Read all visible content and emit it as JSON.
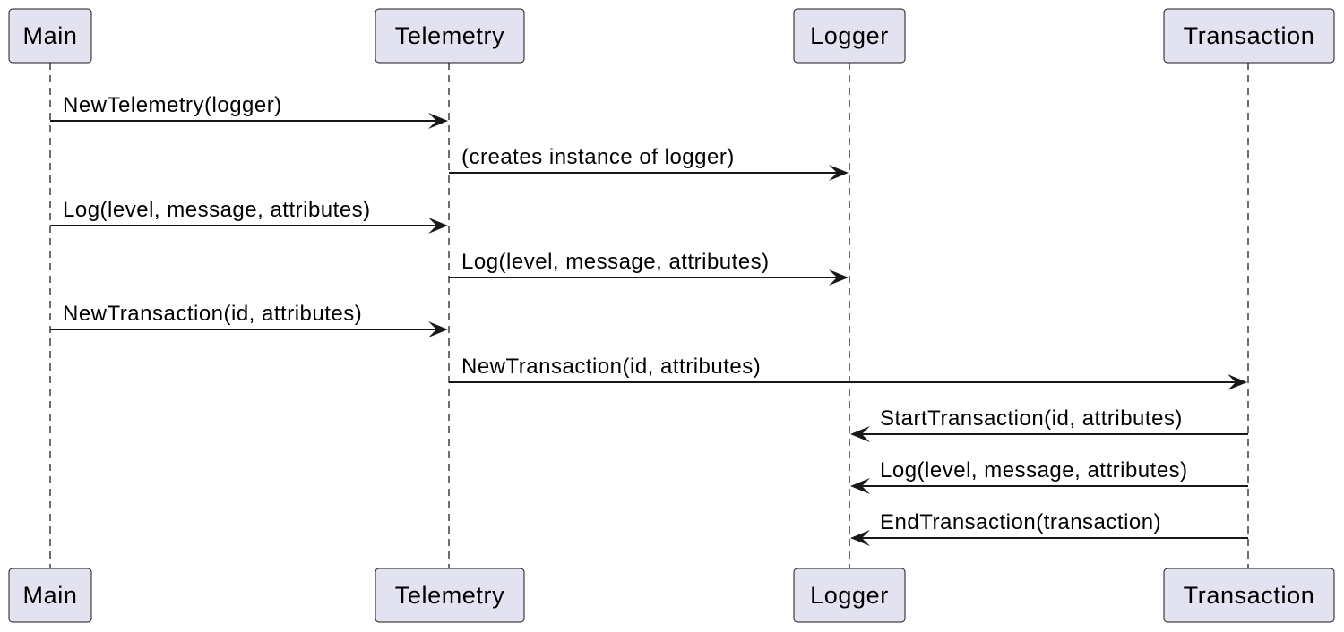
{
  "participants": [
    {
      "id": "main",
      "label": "Main"
    },
    {
      "id": "telemetry",
      "label": "Telemetry"
    },
    {
      "id": "logger",
      "label": "Logger"
    },
    {
      "id": "transaction",
      "label": "Transaction"
    }
  ],
  "messages": [
    {
      "from": "main",
      "to": "telemetry",
      "label": "NewTelemetry(logger)"
    },
    {
      "from": "telemetry",
      "to": "logger",
      "label": "(creates instance of logger)"
    },
    {
      "from": "main",
      "to": "telemetry",
      "label": "Log(level, message, attributes)"
    },
    {
      "from": "telemetry",
      "to": "logger",
      "label": "Log(level, message, attributes)"
    },
    {
      "from": "main",
      "to": "telemetry",
      "label": "NewTransaction(id, attributes)"
    },
    {
      "from": "telemetry",
      "to": "transaction",
      "label": "NewTransaction(id, attributes)"
    },
    {
      "from": "transaction",
      "to": "logger",
      "label": "StartTransaction(id, attributes)"
    },
    {
      "from": "transaction",
      "to": "logger",
      "label": "Log(level, message, attributes)"
    },
    {
      "from": "transaction",
      "to": "logger",
      "label": "EndTransaction(transaction)"
    }
  ],
  "colors": {
    "participant_fill": "#e2e2f0",
    "participant_stroke": "#181818",
    "lifeline": "#6e6e6e",
    "arrow": "#181818"
  }
}
